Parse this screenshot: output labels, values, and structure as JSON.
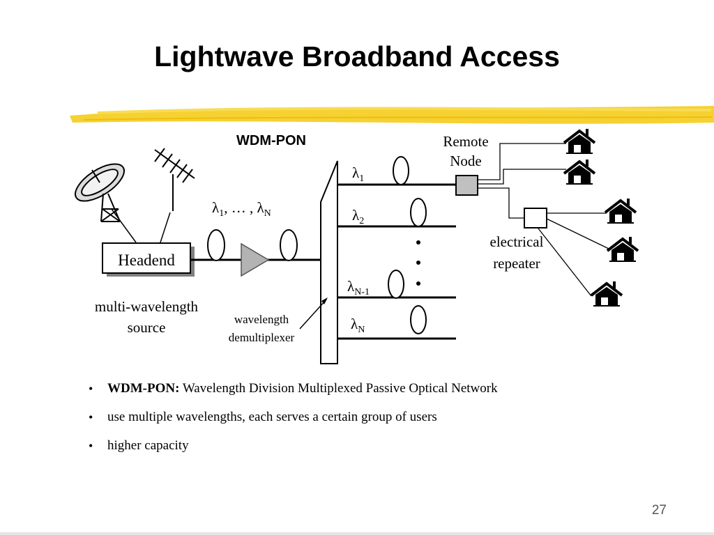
{
  "slide": {
    "title": "Lightwave Broadband Access",
    "page_number": "27"
  },
  "diagram": {
    "wdm_pon_label": "WDM-PON",
    "headend_label": "Headend",
    "source_label_line1": "multi-wavelength",
    "source_label_line2": "source",
    "demux_label_line1": "wavelength",
    "demux_label_line2": "demultiplexer",
    "remote_node_line1": "Remote",
    "remote_node_line2": "Node",
    "repeater_line1": "electrical",
    "repeater_line2": "repeater",
    "lambda_symbol": "λ",
    "combined_sub1": "1",
    "combined_sep": ", … , ",
    "combined_subN": "N",
    "channels": [
      {
        "sub": "1"
      },
      {
        "sub": "2"
      },
      {
        "sub": "N-1"
      },
      {
        "sub": "N"
      }
    ],
    "icons": [
      "satellite-dish-icon",
      "antenna-icon",
      "amplifier-icon",
      "house-icon"
    ],
    "accent_color": "#f5cc1b"
  },
  "bullets": [
    {
      "bold": "WDM-PON:",
      "text": " Wavelength Division Multiplexed Passive Optical Network"
    },
    {
      "bold": "",
      "text": "use multiple wavelengths, each serves a certain group of users"
    },
    {
      "bold": "",
      "text": "higher capacity"
    }
  ]
}
